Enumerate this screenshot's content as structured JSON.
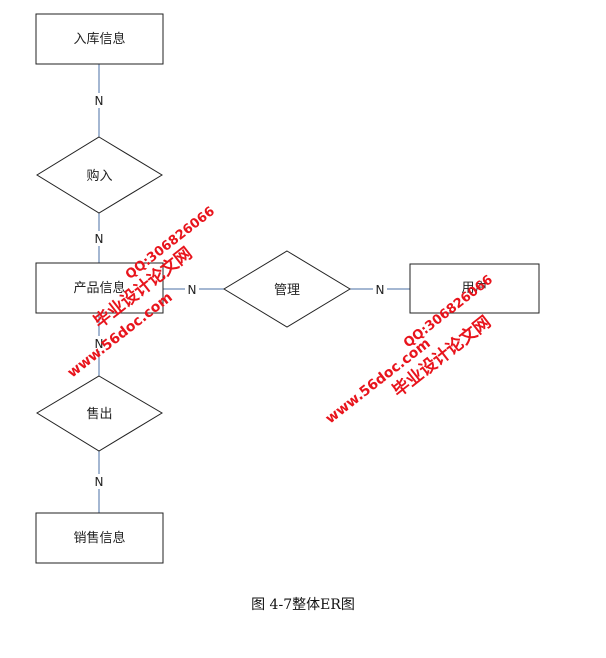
{
  "diagram": {
    "entities": {
      "ruku": "入库信息",
      "chanpin": "产品信息",
      "yonghu": "用户",
      "xiaoshou": "销售信息"
    },
    "relationships": {
      "gouru": "购入",
      "guanli": "管理",
      "shouchu": "售出"
    },
    "cardinalities": {
      "ruku_gouru": "N",
      "gouru_chanpin": "N",
      "chanpin_shouchu": "N",
      "shouchu_xiaoshou": "N",
      "chanpin_guanli": "N",
      "guanli_yonghu": "N"
    },
    "colors": {
      "line": "#4a6fa5",
      "shape": "#222222",
      "watermark": "#e8141c"
    }
  },
  "caption": "图 4-7整体ER图",
  "watermarks": {
    "site": "www.56doc.com",
    "qq": "QQ:306826066",
    "name": "毕业设计论文网"
  }
}
